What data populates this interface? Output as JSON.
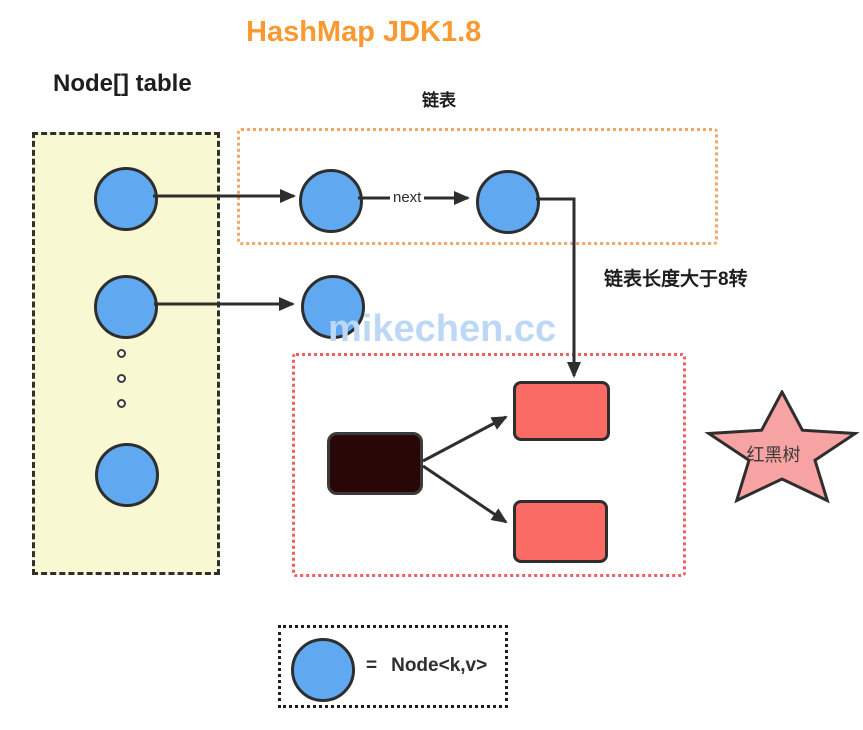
{
  "title": {
    "text": "HashMap JDK1.8",
    "color": "#F9992F"
  },
  "node_table": {
    "label": "Node[] table",
    "fill_color": "#F8F8D2",
    "node_count": 3,
    "ellipsis_dots": 3
  },
  "linked_list": {
    "label": "链表",
    "next_label": "next",
    "border_color": "#F2A766",
    "node_count": 2
  },
  "row2_chain_node_count": 1,
  "conversion_note": {
    "text": "链表长度大于8转"
  },
  "red_black_tree": {
    "border_color": "#ED6161",
    "root_fill": "#2A0707",
    "child_fill": "#F96B64",
    "child_count": 2,
    "star_label": "红黑树",
    "star_fill": "#F8A3A3"
  },
  "node_color": "#60A9F0",
  "watermark": {
    "text": "mikechen.cc",
    "color": "#BDD8F6"
  },
  "legend": {
    "equals": "=",
    "label": "Node<k,v>"
  }
}
